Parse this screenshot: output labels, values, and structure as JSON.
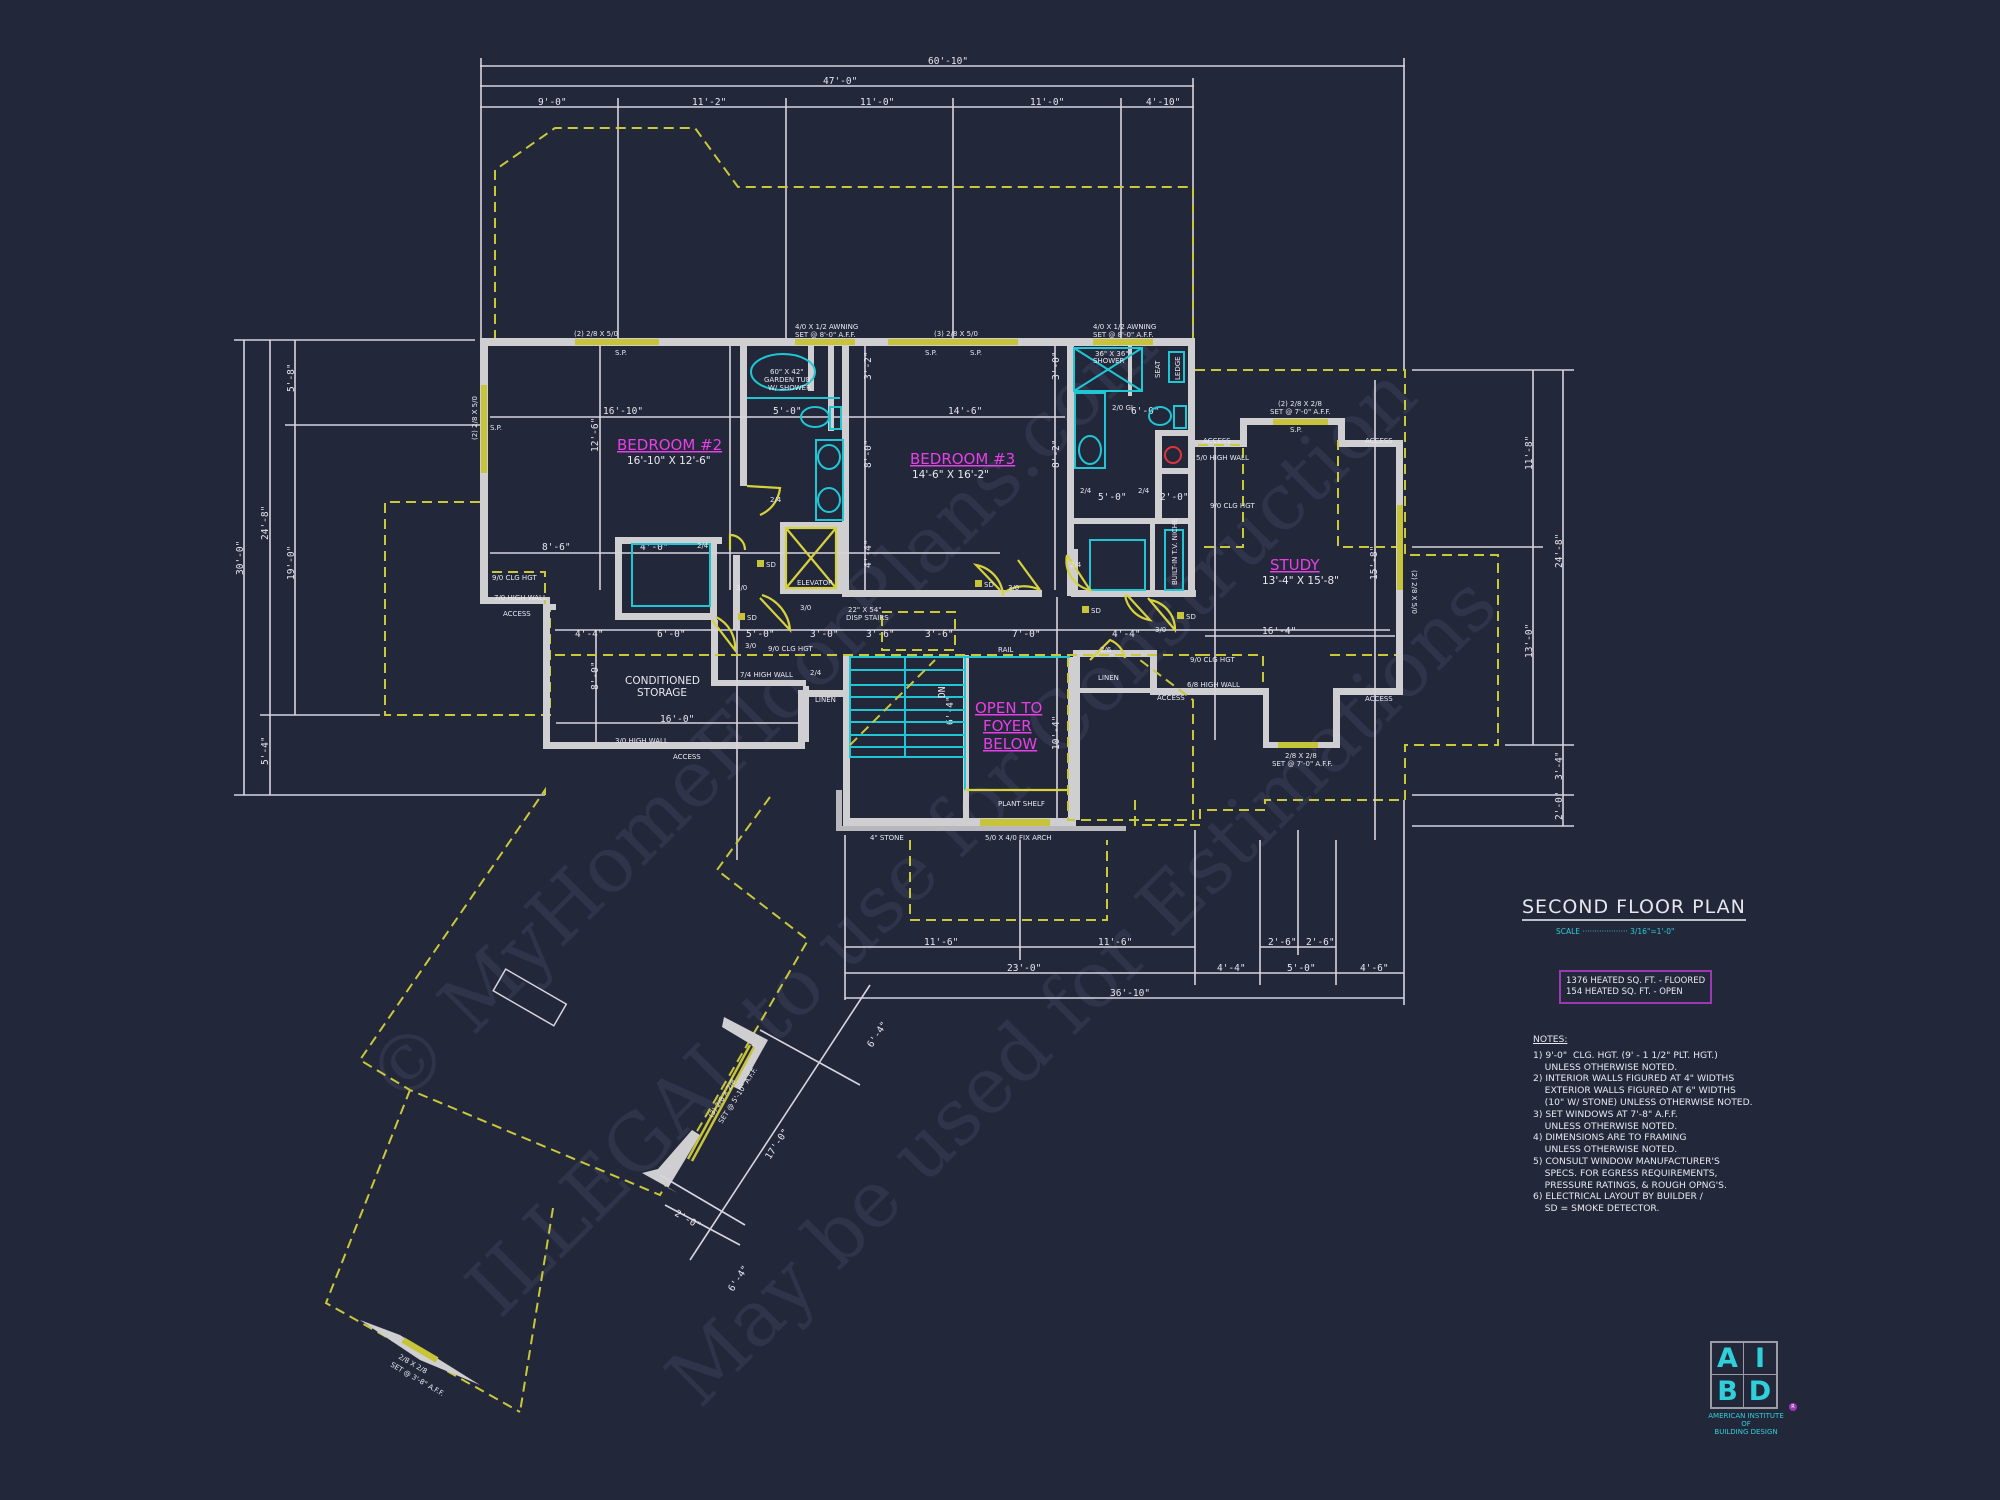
{
  "drawing": {
    "title": "SECOND FLOOR PLAN",
    "scale_label": "SCALE",
    "scale_value": "3/16\"=1'-0\"",
    "scale_line": "SCALE ··················· 3/16\"=1'-0\"",
    "area": {
      "floored": "1376 HEATED SQ. FT. - FLOORED",
      "open": "154 HEATED SQ. FT. - OPEN"
    },
    "colors": {
      "background": "#23273a",
      "walls": "#cfcfd2",
      "room_labels": "#e640e6",
      "fixtures": "#1fc7d4",
      "windows_dashed": "#c8c83a",
      "area_box_border": "#9b39b4"
    }
  },
  "rooms": [
    {
      "name": "BEDROOM #2",
      "size": "16'-10\" X 12'-6\""
    },
    {
      "name": "BEDROOM #3",
      "size": "14'-6\" X 16'-2\""
    },
    {
      "name": "STUDY",
      "size": "13'-4\" X 15'-8\""
    },
    {
      "name": "OPEN TO",
      "line2": "FOYER",
      "line3": "BELOW"
    },
    {
      "name": "CONDITIONED",
      "line2": "STORAGE"
    }
  ],
  "labels": {
    "elevator": "ELEVATOR",
    "linen1": "LINEN",
    "linen2": "LINEN",
    "plant_shelf": "PLANT SHELF",
    "rail": "RAIL",
    "dn": "DN",
    "disp_stairs1": "22\" X 54\"",
    "disp_stairs2": "DISP STAIRS",
    "garden_tub1": "60\" X 42\"",
    "garden_tub2": "GARDEN TUB",
    "garden_tub3": "W/ SHOWER",
    "shower1": "36\" X 36\"",
    "shower2": "SHOWER",
    "seat": "SEAT",
    "ledge": "LEDGE",
    "tv_niche": "BUILT-IN T.V. NICHE",
    "stone": "4\" STONE",
    "fix_arch": "5/0 X 4/0 FIX ARCH",
    "access": "ACCESS",
    "sd": "SD",
    "clg_hgt_a": "9/0 CLG HGT",
    "high_wall_a": "7/0 HIGH WALL",
    "clg_hgt_b": "9/0 CLG HGT",
    "high_wall_b": "7/4 HIGH WALL",
    "high_wall_c": "3/0 HIGH WALL",
    "high_wall_d": "5/0 HIGH WALL",
    "clg_hgt_d": "9/0 CLG HGT",
    "clg_hgt_e": "9/0 CLG HGT",
    "high_wall_e": "6/8 HIGH WALL",
    "gl": "2/0 GL",
    "sp": "S.P."
  },
  "windows": {
    "w_top_b2": "(2) 2/8 X 5/0",
    "w_awning_a1": "4/0 X 1/2 AWNING",
    "w_awning_a2": "SET @ 8'-0\" A.F.F.",
    "w_top_b3": "(3) 2/8 X 5/0",
    "w_awning_b1": "4/0 X 1/2 AWNING",
    "w_awning_b2": "SET @ 8'-0\" A.F.F.",
    "w_left": "(2) 2/8 X 5/0",
    "w_study_top1": "(2) 2/8 X 2/8",
    "w_study_top2": "SET @ 7'-0\" A.F.F.",
    "w_study_right": "(2) 2/8 X 5/0",
    "w_study_bot1": "2/8 X 2/8",
    "w_study_bot2": "SET @ 7'-0\" A.F.F.",
    "w_angled1": "(3) 2/8 X 2/8",
    "w_angled2": "SET @ 5'-10\" A.F.F.",
    "w_bottom1": "2/8 X 2/8",
    "w_bottom2": "SET @ 3'-8\" A.F.F."
  },
  "dimensions": {
    "top_overall": "60'-10\"",
    "top_second": "47'-0\"",
    "top_segments": [
      "9'-0\"",
      "11'-2\"",
      "11'-0\"",
      "11'-0\"",
      "4'-10\""
    ],
    "left_overall": "30'-0\"",
    "left_24": "24'-8\"",
    "left_19": "19'-0\"",
    "left_5_8": "5'-8\"",
    "left_5_4": "5'-4\"",
    "right_11_8": "11'-8\"",
    "right_24_8": "24'-8\"",
    "right_13": "13'-0\"",
    "right_3_4": "3'-4\"",
    "right_2": "2'-0\"",
    "bottom_11_6a": "11'-6\"",
    "bottom_11_6b": "11'-6\"",
    "bottom_23": "23'-0\"",
    "bottom_36_10": "36'-10\"",
    "bottom_4_4": "4'-4\"",
    "bottom_5": "5'-0\"",
    "bottom_2_6a": "2'-6\"",
    "bottom_2_6b": "2'-6\"",
    "bottom_4_6": "4'-6\"",
    "b2_16_10": "16'-10\"",
    "b2_12_6": "12'-6\"",
    "b2_8_6": "8'-6\"",
    "b2_4_0": "4'-0\"",
    "bath_5_0": "5'-0\"",
    "b3_14_6": "14'-6\"",
    "b3_3_2": "3'-2\"",
    "b3_8_0": "8'-0\"",
    "b3_4_4": "4'-4\"",
    "b3_3_0": "3'-0\"",
    "b3_8_2": "8'-2\"",
    "mb_6_0": "6'-0\"",
    "mb_5_0": "5'-0\"",
    "mb_2_0": "2'-0\"",
    "hall_4_4": "4'-4\"",
    "hall_6_0": "6'-0\"",
    "hall_5_0": "5'-0\"",
    "hall_3_0": "3'-0\"",
    "hall_3_6a": "3'-6\"",
    "hall_3_6b": "3'-6\"",
    "hall_7_0": "7'-0\"",
    "hall_4_4b": "4'-4\"",
    "study_16_4": "16'-4\"",
    "study_15_8": "15'-8\"",
    "cs_16_0": "16'-0\"",
    "cs_8_0": "8'-0\"",
    "open_10_4": "10'-4\"",
    "stair_6_4": "6'-4\"",
    "angled_6_4a": "6'-4\"",
    "angled_17_0": "17'-0\"",
    "angled_6_4b": "6'-4\"",
    "angled_2_0": "2'-0\""
  },
  "doors": [
    "2/4",
    "2/4",
    "3/0",
    "3/0",
    "3/0",
    "2/4",
    "2/4",
    "2/4",
    "2/4",
    "2/6",
    "3/0",
    "3/0"
  ],
  "notes": {
    "title": "NOTES:",
    "lines": [
      "1) 9'-0\"  CLG. HGT. (9' - 1 1/2\" PLT. HGT.)",
      "    UNLESS OTHERWISE NOTED.",
      "2) INTERIOR WALLS FIGURED AT 4\" WIDTHS",
      "    EXTERIOR WALLS FIGURED AT 6\" WIDTHS",
      "    (10\" W/ STONE) UNLESS OTHERWISE NOTED.",
      "3) SET WINDOWS AT 7'-8\" A.F.F.",
      "    UNLESS OTHERWISE NOTED.",
      "4) DIMENSIONS ARE TO FRAMING",
      "    UNLESS OTHERWISE NOTED.",
      "5) CONSULT WINDOW MANUFACTURER'S",
      "    SPECS. FOR EGRESS REQUIREMENTS,",
      "    PRESSURE RATINGS, & ROUGH OPNG'S.",
      "6) ELECTRICAL LAYOUT BY BUILDER /",
      "    SD = SMOKE DETECTOR."
    ]
  },
  "logo": {
    "letters": [
      "A",
      "I",
      "B",
      "D"
    ],
    "registered": "R",
    "name_line1": "AMERICAN INSTITUTE",
    "name_line2": "OF",
    "name_line3": "BUILDING DESIGN"
  },
  "watermark": {
    "line1": "© MyHomeFloorPlans.com",
    "line2": "ILLEGAL to use for Construction",
    "line3": "May be used for Estimations"
  }
}
